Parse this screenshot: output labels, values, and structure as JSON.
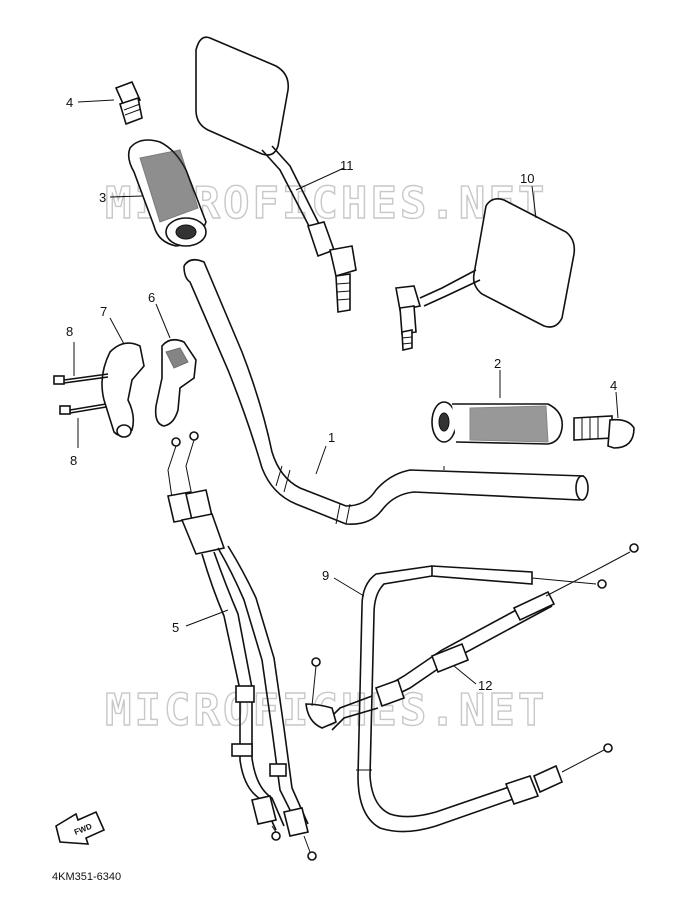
{
  "watermark": {
    "text_top": "MICROFICHES.NET",
    "text_bottom": "MICROFICHES.NET",
    "color": "#c8c8c8"
  },
  "callouts": {
    "c1": "1",
    "c2": "2",
    "c3": "3",
    "c4a": "4",
    "c4b": "4",
    "c5": "5",
    "c6": "6",
    "c7": "7",
    "c8a": "8",
    "c8b": "8",
    "c9": "9",
    "c10": "10",
    "c11": "11",
    "c12": "12"
  },
  "forward_arrow": {
    "label": "FWD"
  },
  "diagram_code": "4KM351-6340",
  "colors": {
    "ink": "#111111",
    "background": "#ffffff"
  }
}
